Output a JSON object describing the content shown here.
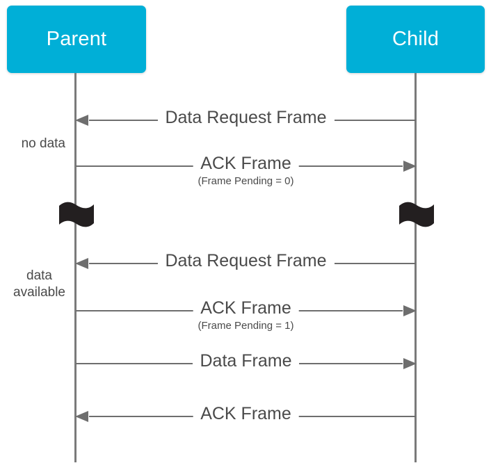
{
  "diagram": {
    "type": "sequence-diagram",
    "participants": [
      {
        "id": "parent",
        "label": "Parent"
      },
      {
        "id": "child",
        "label": "Child"
      }
    ],
    "colors": {
      "participant_box": "#00AFD7",
      "participant_text": "#FFFFFF",
      "lifeline": "#7A7A7A",
      "message_line": "#6E6E6E",
      "message_text": "#4A4A4A",
      "break_marker": "#231F20",
      "background": "#FFFFFF"
    },
    "messages": [
      {
        "index": 1,
        "label": "Data Request Frame",
        "sublabel": "",
        "from": "child",
        "to": "parent",
        "direction": "left"
      },
      {
        "index": 2,
        "label": "ACK Frame",
        "sublabel": "(Frame Pending = 0)",
        "from": "parent",
        "to": "child",
        "direction": "right"
      },
      {
        "index": 3,
        "label": "Data Request Frame",
        "sublabel": "",
        "from": "child",
        "to": "parent",
        "direction": "left"
      },
      {
        "index": 4,
        "label": "ACK Frame",
        "sublabel": "(Frame Pending = 1)",
        "from": "parent",
        "to": "child",
        "direction": "right"
      },
      {
        "index": 5,
        "label": "Data Frame",
        "sublabel": "",
        "from": "parent",
        "to": "child",
        "direction": "right"
      },
      {
        "index": 6,
        "label": "ACK Frame",
        "sublabel": "",
        "from": "child",
        "to": "parent",
        "direction": "left"
      }
    ],
    "annotations": [
      {
        "id": "no-data",
        "text": "no data"
      },
      {
        "id": "data-available",
        "text": "data\navailable"
      }
    ],
    "break_markers": [
      {
        "id": "break-parent",
        "on": "parent",
        "name": "time-break-marker"
      },
      {
        "id": "break-child",
        "on": "child",
        "name": "time-break-marker"
      }
    ]
  }
}
